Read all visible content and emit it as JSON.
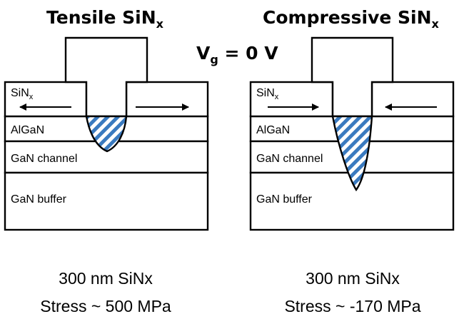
{
  "left": {
    "title": "Tensile SiN",
    "title_sub": "x",
    "layers": {
      "sin": "SiN",
      "sin_sub": "x",
      "algan": "AlGaN",
      "channel": "GaN channel",
      "buffer": "GaN buffer"
    },
    "caption_line1": "300 nm SiNx",
    "caption_line2": "Stress ~ 500 MPa"
  },
  "right": {
    "title": "Compressive SiN",
    "title_sub": "x",
    "layers": {
      "sin": "SiN",
      "sin_sub": "x",
      "algan": "AlGaN",
      "channel": "GaN channel",
      "buffer": "GaN buffer"
    },
    "caption_line1": "300 nm SiNx",
    "caption_line2": "Stress ~ -170 MPa"
  },
  "gate_voltage": {
    "symbol": "V",
    "sub": "g",
    "value": " = 0 V"
  },
  "colors": {
    "hatch": "#3a7abf",
    "outline": "#000000"
  }
}
